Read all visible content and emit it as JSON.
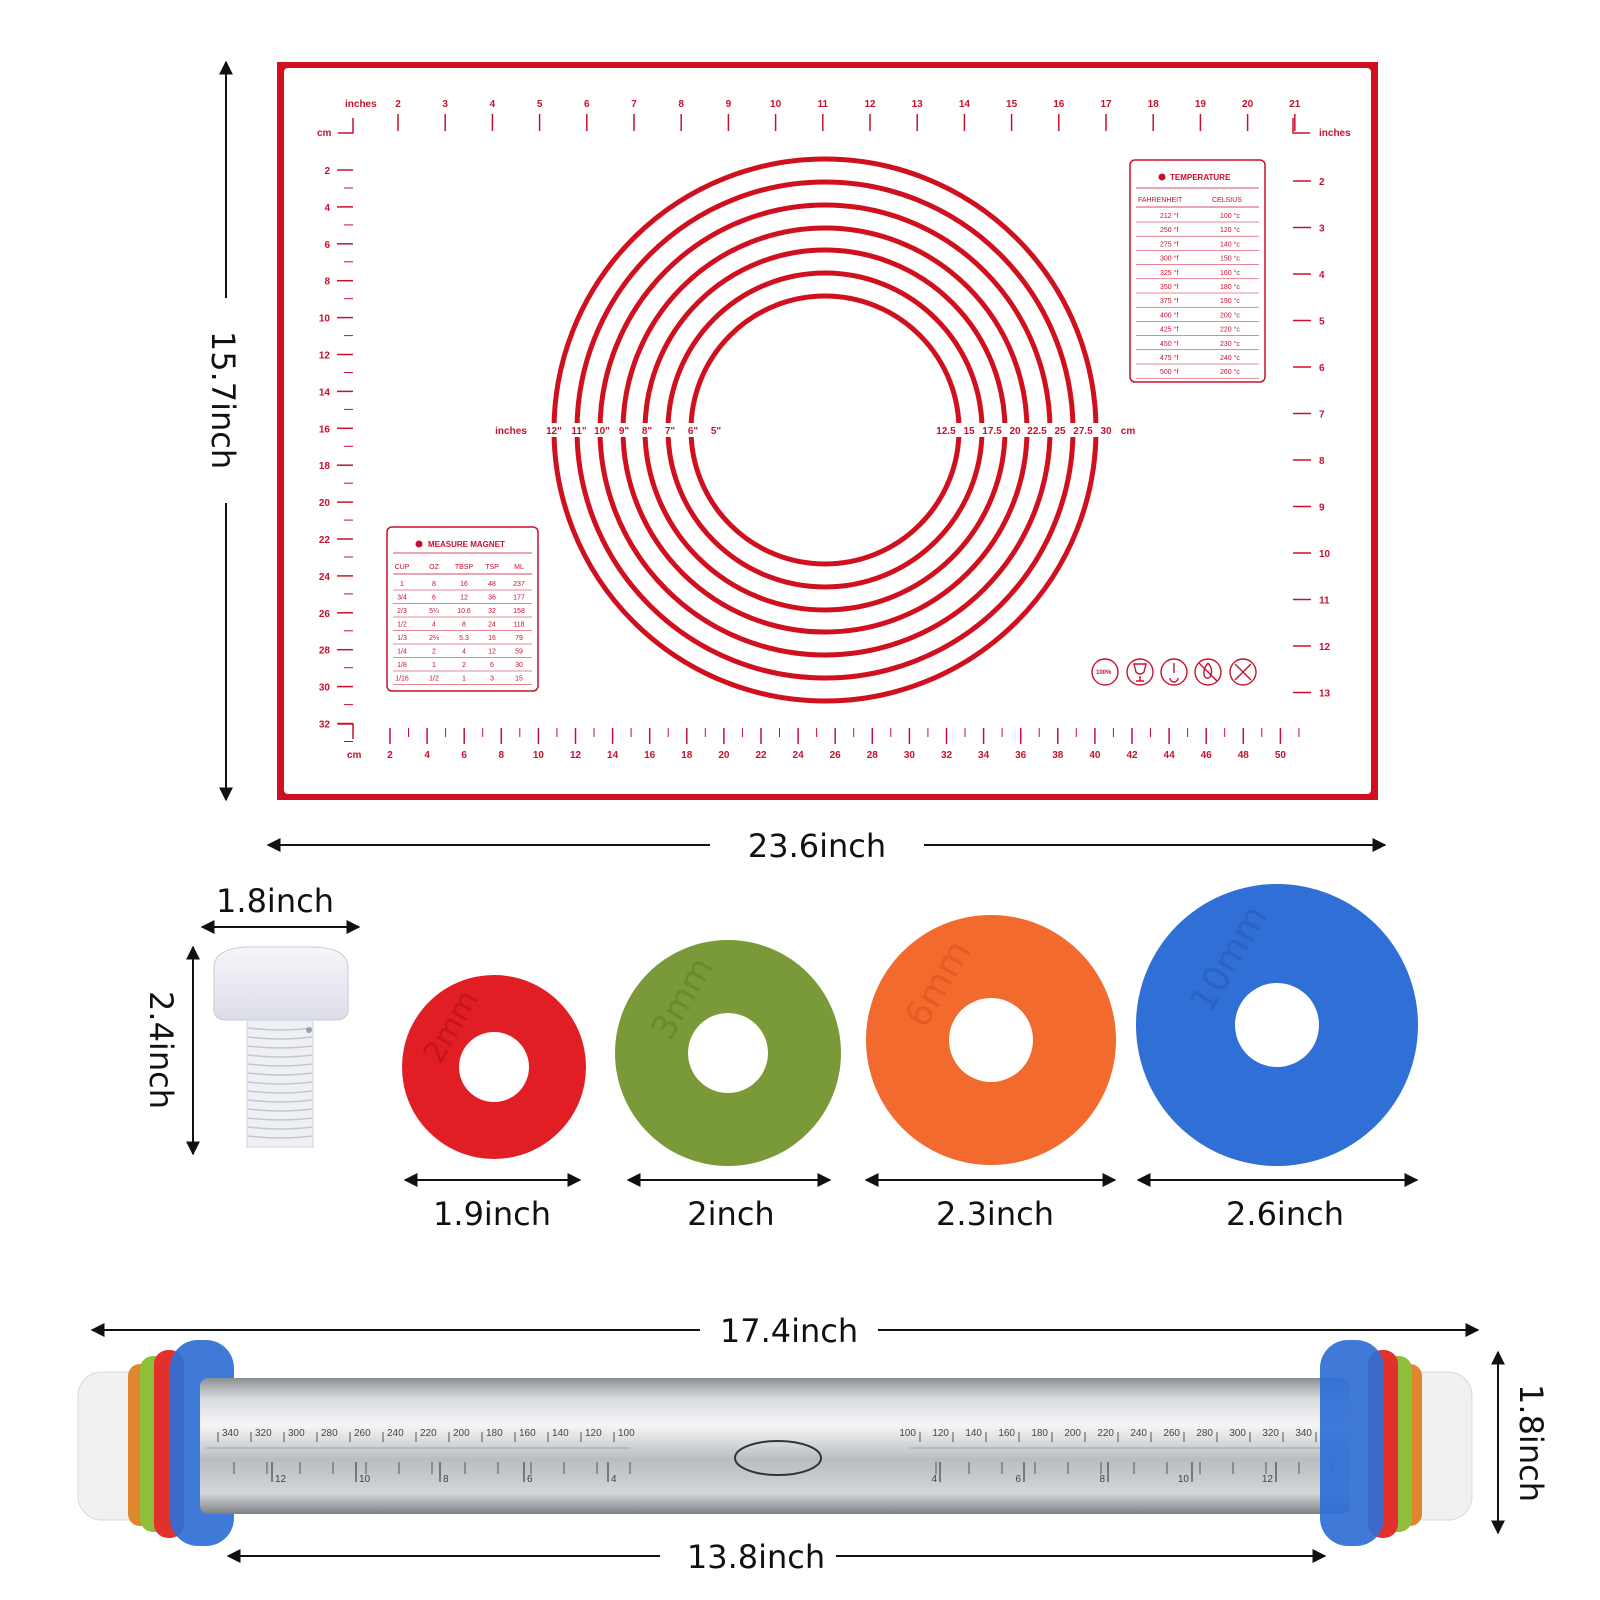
{
  "dimensions": {
    "mat_height": "15.7inch",
    "mat_width": "23.6inch",
    "knob_width": "1.8inch",
    "knob_height": "2.4inch",
    "ring_2mm": "1.9inch",
    "ring_3mm": "2inch",
    "ring_6mm": "2.3inch",
    "ring_10mm": "2.6inch",
    "pin_total": "17.4inch",
    "pin_barrel": "13.8inch",
    "pin_height": "1.8inch"
  },
  "rings": [
    {
      "label": "2mm",
      "color": "#e01e24"
    },
    {
      "label": "3mm",
      "color": "#7a9a3a"
    },
    {
      "label": "6mm",
      "color": "#f26a2e"
    },
    {
      "label": "10mm",
      "color": "#2f6fd6"
    }
  ],
  "mat": {
    "border_color": "#d0101e",
    "top_unit": "inches",
    "right_unit": "inches",
    "left_unit": "cm",
    "bottom_unit": "cm",
    "top_inch_ticks": [
      "2",
      "3",
      "4",
      "5",
      "6",
      "7",
      "8",
      "9",
      "10",
      "11",
      "12",
      "13",
      "14",
      "15",
      "16",
      "17",
      "18",
      "19",
      "20",
      "21"
    ],
    "right_inch_ticks": [
      "2",
      "3",
      "4",
      "5",
      "6",
      "7",
      "8",
      "9",
      "10",
      "11",
      "12",
      "13"
    ],
    "left_cm_ticks": [
      "2",
      "4",
      "6",
      "8",
      "10",
      "12",
      "14",
      "16",
      "18",
      "20",
      "22",
      "24",
      "26",
      "28",
      "30",
      "32"
    ],
    "bottom_cm_ticks": [
      "2",
      "4",
      "6",
      "8",
      "10",
      "12",
      "14",
      "16",
      "18",
      "20",
      "22",
      "24",
      "26",
      "28",
      "30",
      "32",
      "34",
      "36",
      "38",
      "40",
      "42",
      "44",
      "46",
      "48",
      "50"
    ],
    "circle_inch_labels": [
      "inches",
      "12\"",
      "11\"",
      "10\"",
      "9\"",
      "8\"",
      "7\"",
      "6\"",
      "5\""
    ],
    "circle_cm_labels": [
      "12.5",
      "15",
      "17.5",
      "20",
      "22.5",
      "25",
      "27.5",
      "30",
      "cm"
    ],
    "temperature": {
      "title": "TEMPERATURE",
      "headers": [
        "FAHRENHEIT",
        "CELSIUS"
      ],
      "rows": [
        [
          "212 °f",
          "100 °c"
        ],
        [
          "250 °f",
          "120 °c"
        ],
        [
          "275 °f",
          "140 °c"
        ],
        [
          "300 °f",
          "150 °c"
        ],
        [
          "325 °f",
          "160 °c"
        ],
        [
          "350 °f",
          "180 °c"
        ],
        [
          "375 °f",
          "190 °c"
        ],
        [
          "400 °f",
          "200 °c"
        ],
        [
          "425 °f",
          "220 °c"
        ],
        [
          "450 °f",
          "230 °c"
        ],
        [
          "475 °f",
          "240 °c"
        ],
        [
          "500 °f",
          "260 °c"
        ]
      ]
    },
    "measure": {
      "title": "MEASURE MAGNET",
      "headers": [
        "CUP",
        "OZ",
        "TBSP",
        "TSP",
        "ML"
      ],
      "rows": [
        [
          "1",
          "8",
          "16",
          "48",
          "237"
        ],
        [
          "3/4",
          "6",
          "12",
          "36",
          "177"
        ],
        [
          "2/3",
          "5¼",
          "10.6",
          "32",
          "158"
        ],
        [
          "1/2",
          "4",
          "8",
          "24",
          "118"
        ],
        [
          "1/3",
          "2⅔",
          "5.3",
          "16",
          "79"
        ],
        [
          "1/4",
          "2",
          "4",
          "12",
          "59"
        ],
        [
          "1/8",
          "1",
          "2",
          "6",
          "30"
        ],
        [
          "1/16",
          "1/2",
          "1",
          "3",
          "15"
        ]
      ]
    },
    "badge_text": "100%"
  },
  "pin": {
    "left_scale": [
      "340",
      "320",
      "300",
      "280",
      "260",
      "240",
      "220",
      "200",
      "180",
      "160",
      "140",
      "120",
      "100"
    ],
    "left_inch": [
      "12",
      "10",
      "8",
      "6",
      "4"
    ],
    "right_scale": [
      "100",
      "120",
      "140",
      "160",
      "180",
      "200",
      "220",
      "240",
      "260",
      "280",
      "300",
      "320",
      "340"
    ],
    "right_inch": [
      "4",
      "6",
      "8",
      "10",
      "12"
    ]
  }
}
